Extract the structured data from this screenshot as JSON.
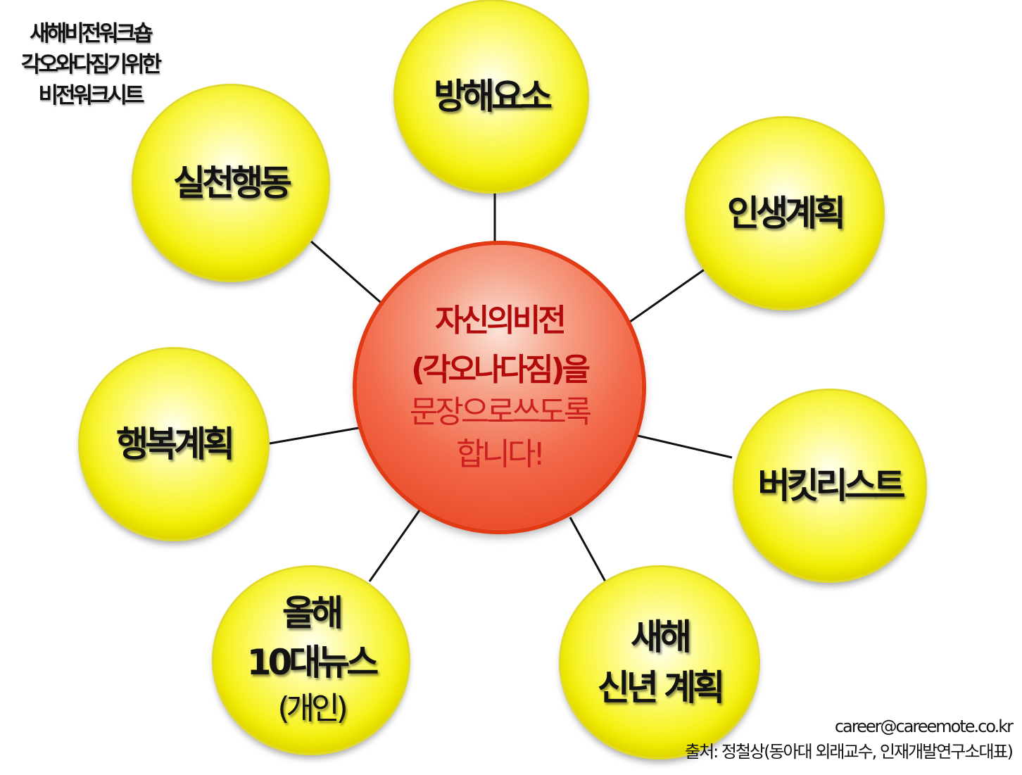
{
  "title": {
    "lines": [
      "새해비전워크숍",
      "각오와다짐기위한",
      "비전워크시트"
    ]
  },
  "center": {
    "lines": [
      "자신의비전",
      "(각오나다짐)을",
      "문장으로쓰도록",
      "합니다!"
    ]
  },
  "nodes": {
    "obstacles": "방해요소",
    "life_plan": "인생계획",
    "bucket_list": "버킷리스트",
    "new_year_plan": {
      "line1": "새해",
      "line2": "신년 계획"
    },
    "top10_news": {
      "line1": "올해",
      "line2": "10대뉴스",
      "line3": "(개인)"
    },
    "happiness_plan": "행복계획",
    "action": "실천행동"
  },
  "footer": {
    "email": "career@careemote.co.kr",
    "source": "출처: 정철상(동아대 외래교수, 인재개발연구소대표)"
  },
  "colors": {
    "node_fill": "#f4f000",
    "center_fill": "#eb4f2d",
    "center_text_dark": "#b20a0a",
    "center_text_light": "#cc1f1f",
    "connector": "#111111"
  }
}
